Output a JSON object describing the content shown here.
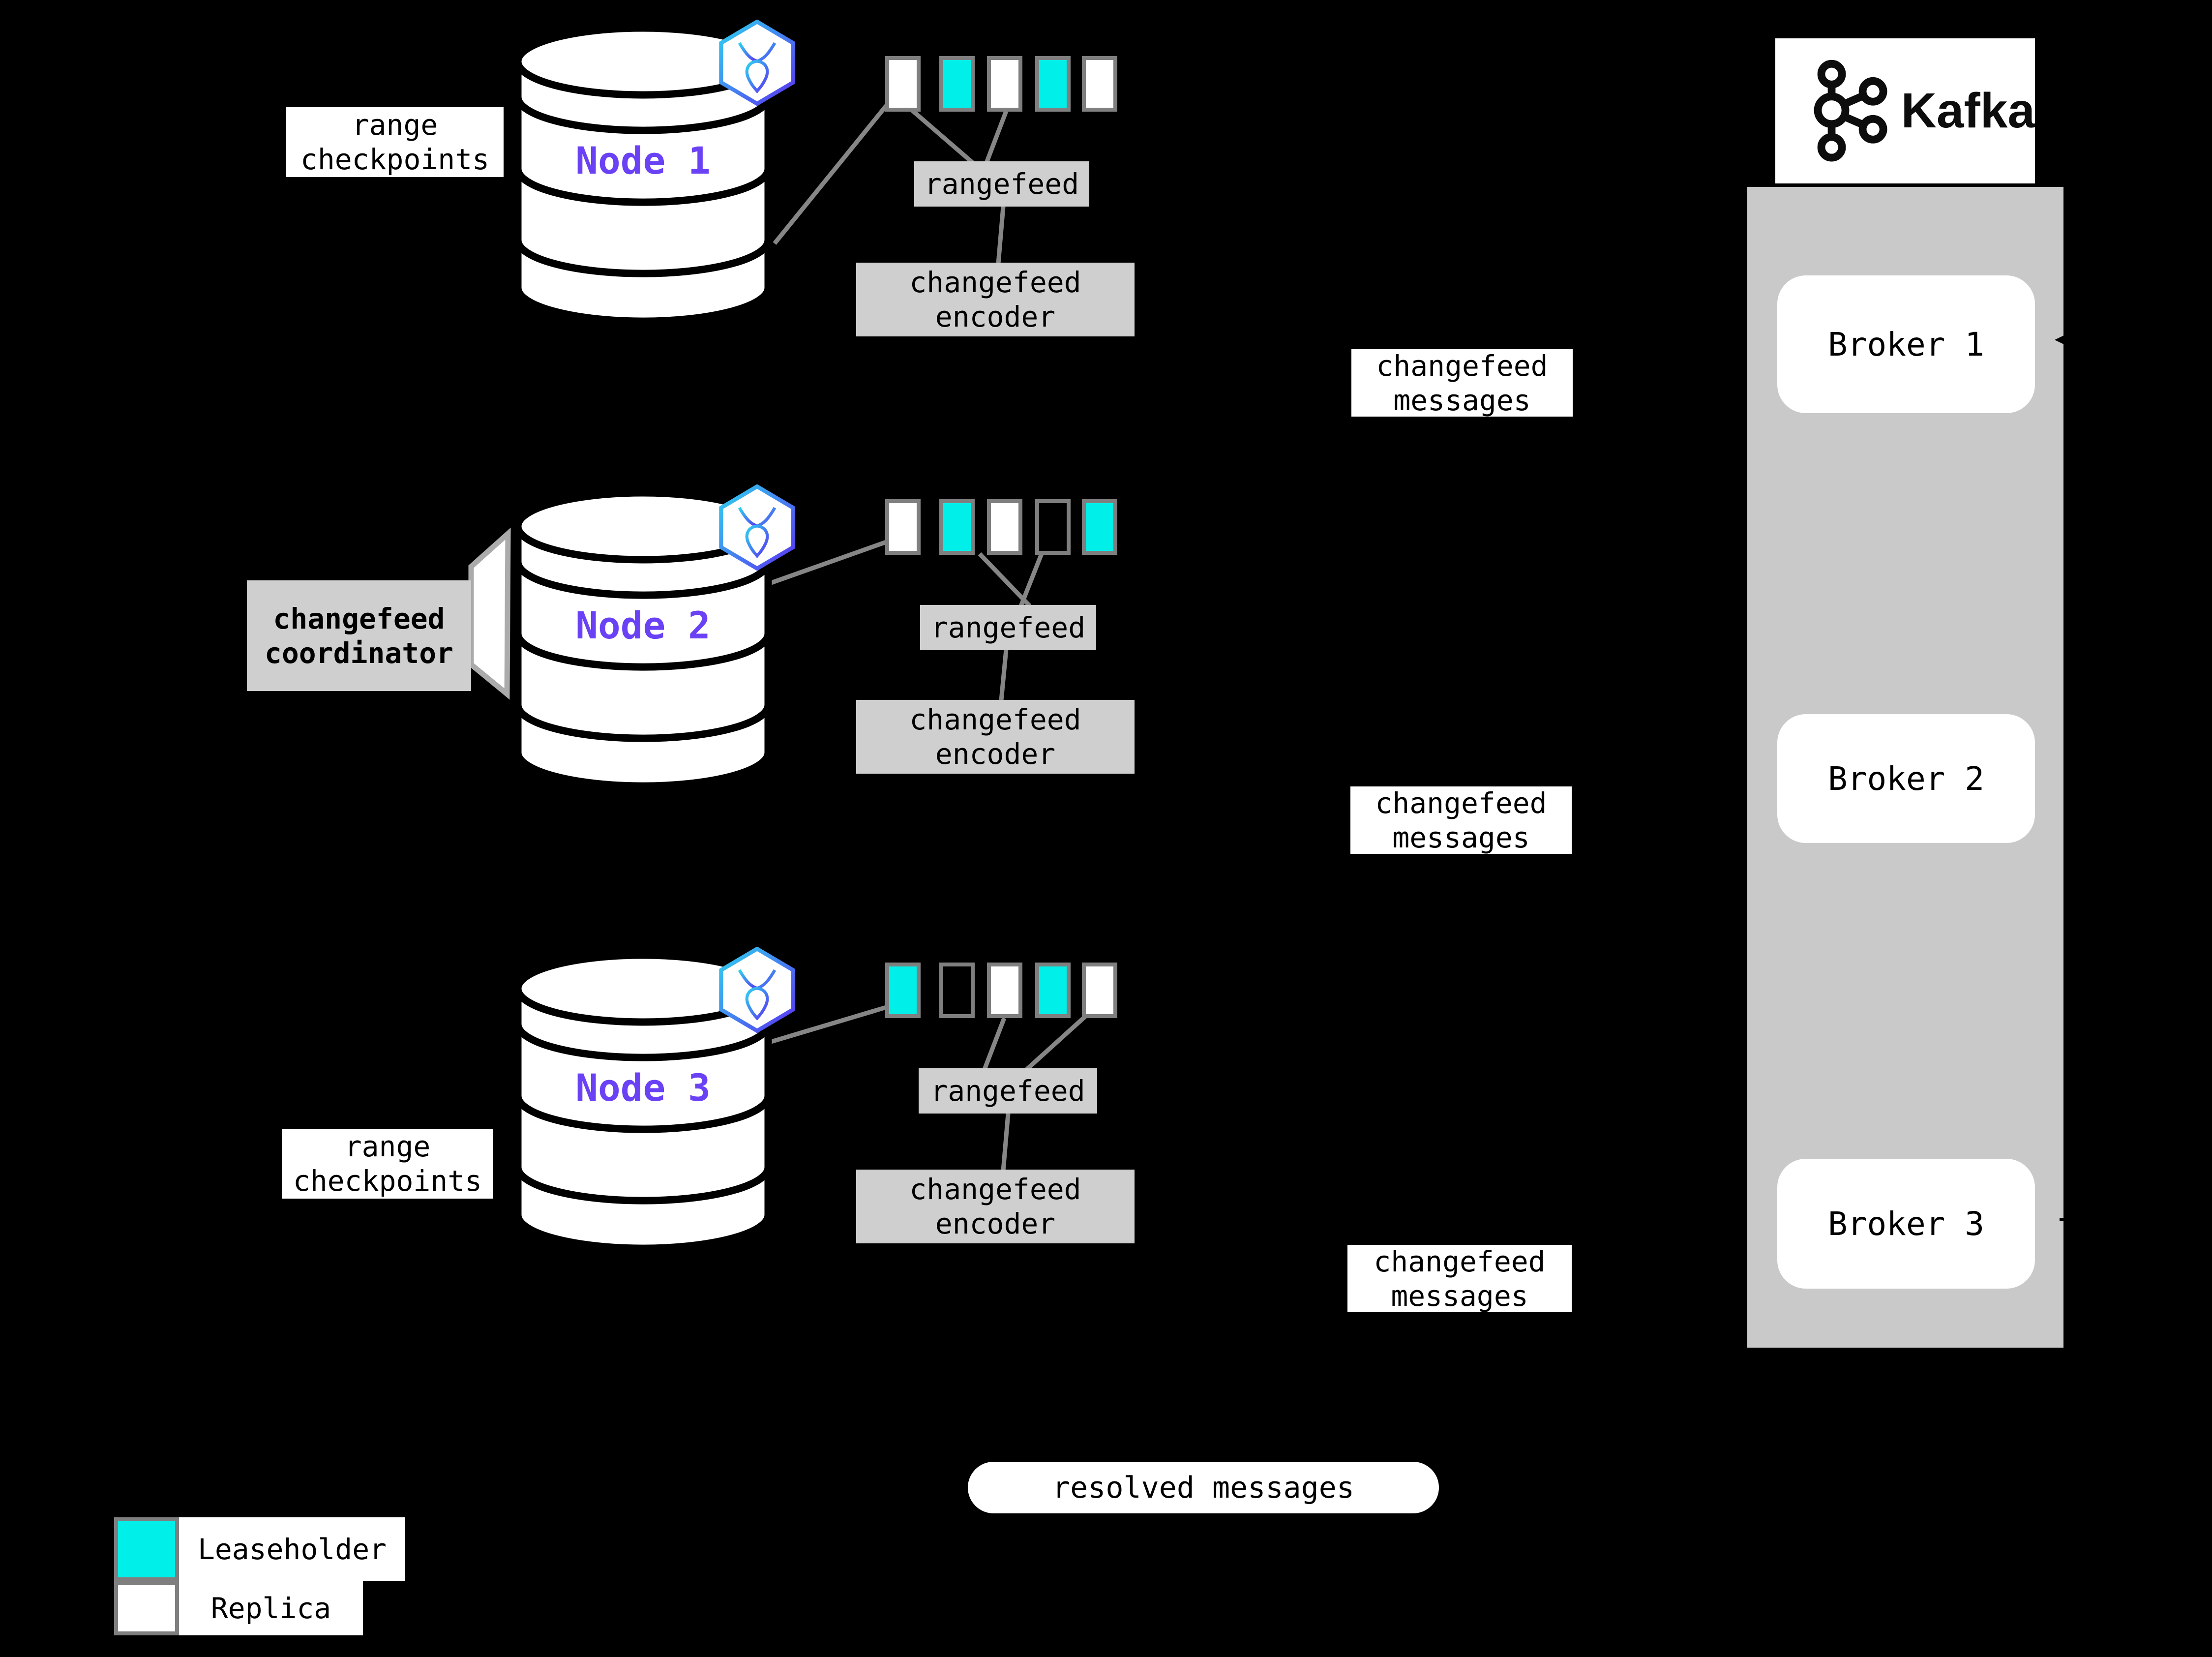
{
  "colors": {
    "background": "#000000",
    "leaseholder_teal": "#00efe8",
    "replica_white": "#ffffff",
    "process_box_gray": "#cfcfcf",
    "kafka_container_gray": "#c9c9c9",
    "square_border_gray": "#7f7f7f",
    "connector_gray": "#868686",
    "node_label_purple": "#6a41f5",
    "badge_gradient_start": "#2dd3f0",
    "badge_gradient_end": "#5b32f2"
  },
  "icons": {
    "node_badge": "cockroachdb-icon",
    "kafka_logo": "kafka-icon"
  },
  "node_rows": [
    {
      "node_label": "Node 1",
      "replicas": [
        "replica",
        "leaseholder",
        "replica",
        "leaseholder",
        "replica"
      ]
    },
    {
      "node_label": "Node 2",
      "replicas": [
        "replica",
        "leaseholder",
        "replica",
        "empty",
        "leaseholder"
      ]
    },
    {
      "node_label": "Node 3",
      "replicas": [
        "leaseholder",
        "empty",
        "replica",
        "leaseholder",
        "replica"
      ]
    }
  ],
  "labels": {
    "range_checkpoints_line1": "range",
    "range_checkpoints_line2": "checkpoints",
    "rangefeed": "rangefeed",
    "encoder_line1": "changefeed",
    "encoder_line2": "encoder",
    "messages_line1": "changefeed",
    "messages_line2": "messages",
    "coordinator_line1": "changefeed",
    "coordinator_line2": "coordinator",
    "resolved_messages": "resolved messages"
  },
  "kafka": {
    "logo_text": "Kafka",
    "brokers": [
      "Broker 1",
      "Broker 2",
      "Broker 3"
    ]
  },
  "legend": {
    "leaseholder": "Leaseholder",
    "replica": "Replica"
  }
}
